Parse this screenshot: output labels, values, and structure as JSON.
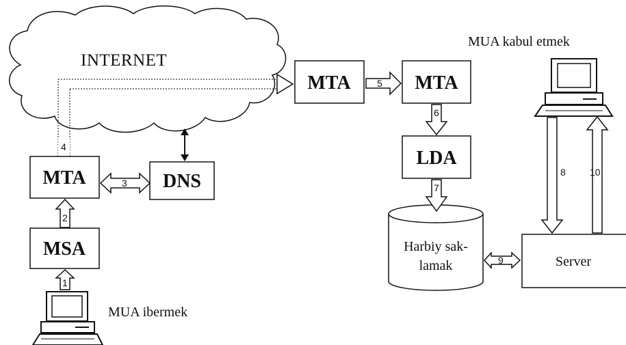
{
  "internet": {
    "label": "INTERNET"
  },
  "nodes": {
    "mta_sender": "MTA",
    "dns": "DNS",
    "msa": "MSA",
    "mta_relay": "MTA",
    "mta_receiver": "MTA",
    "lda": "LDA",
    "server": "Server"
  },
  "storage": {
    "line1": "Harbiy sak-",
    "line2": "lamak"
  },
  "clients": {
    "sender": "MUA ibermek",
    "receiver": "MUA kabul etmek"
  },
  "steps": {
    "s1": "1",
    "s2": "2",
    "s3": "3",
    "s4": "4",
    "s5": "5",
    "s6": "6",
    "s7": "7",
    "s8": "8",
    "s9": "9",
    "s10": "10"
  },
  "colors": {
    "stroke": "#111111",
    "cloud_fill": "#ffffff",
    "background": "#ffffff"
  }
}
